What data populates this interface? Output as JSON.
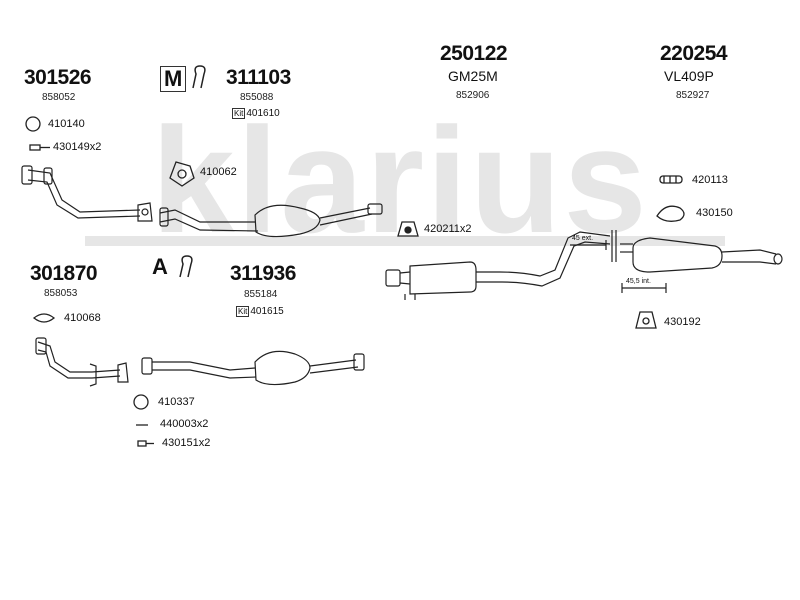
{
  "watermark": "klarius",
  "groups": {
    "g1": {
      "number": "301526",
      "ref": "858052"
    },
    "g2": {
      "number": "311103",
      "ref": "855088",
      "kit_label": "Kit",
      "kit": "401610",
      "code": "M"
    },
    "g3": {
      "number": "250122",
      "model": "GM25M",
      "ref": "852906"
    },
    "g4": {
      "number": "220254",
      "model": "VL409P",
      "ref": "852927"
    },
    "g5": {
      "number": "301870",
      "ref": "858053"
    },
    "g6": {
      "number": "311936",
      "ref": "855184",
      "kit_label": "Kit",
      "kit": "401615",
      "code": "A"
    }
  },
  "parts": {
    "p410140": "410140",
    "p430149": "430149x2",
    "p410062": "410062",
    "p420113": "420113",
    "p430150": "430150",
    "p420211": "420211x2",
    "p410068": "410068",
    "p430192": "430192",
    "p410337": "410337",
    "p440003": "440003x2",
    "p430151": "430151x2"
  },
  "dimensions": {
    "ext": "45 ext.",
    "int": "45,5 int."
  }
}
